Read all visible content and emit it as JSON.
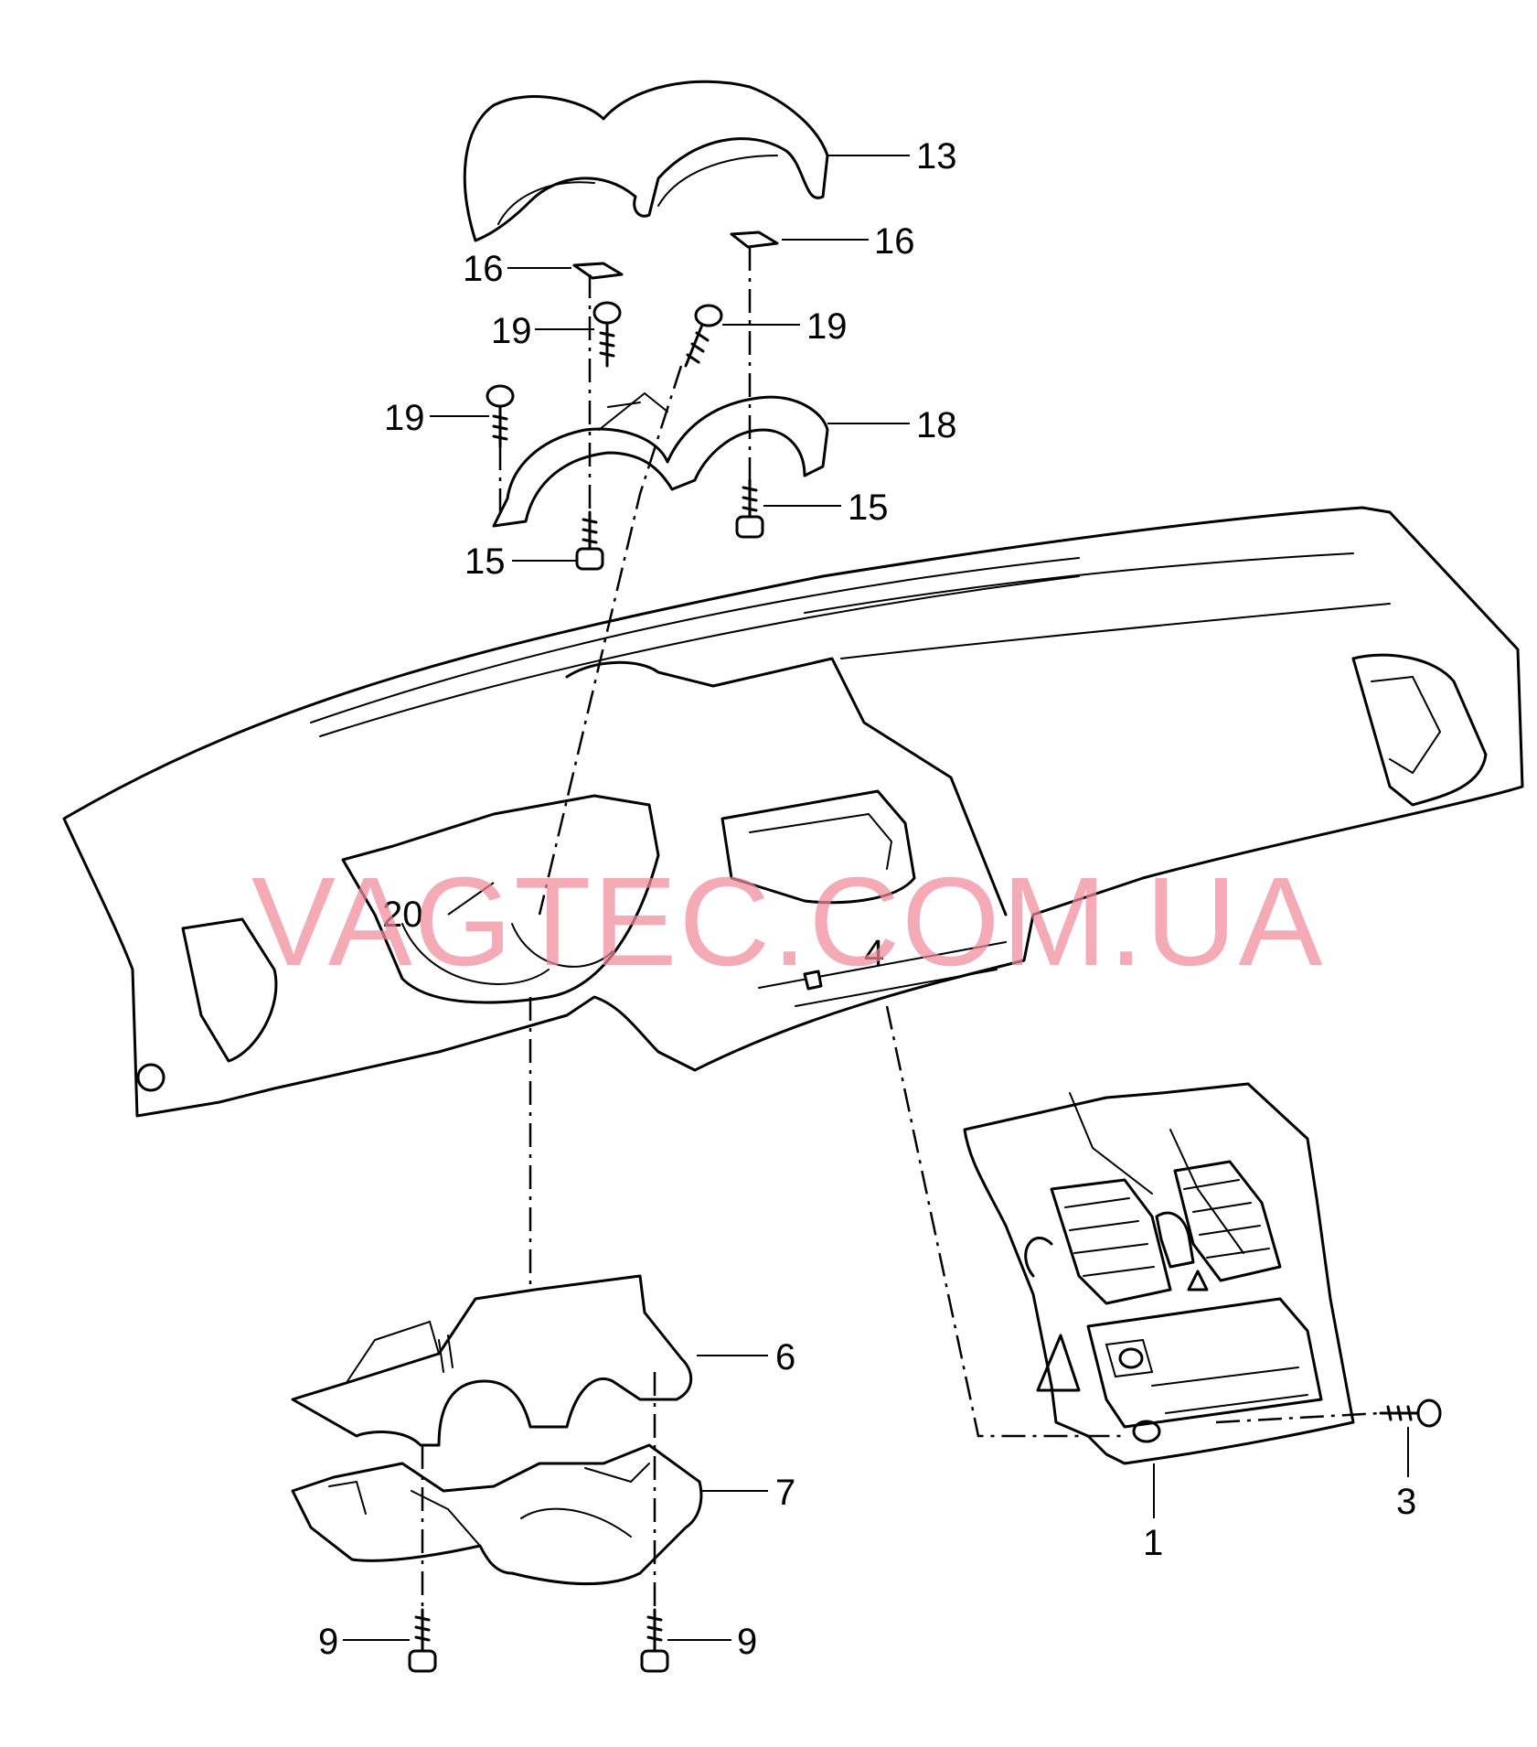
{
  "watermark": "VAGTEC.COM.UA",
  "callouts": {
    "c13": "13",
    "c16a": "16",
    "c16b": "16",
    "c19a": "19",
    "c19b": "19",
    "c19c": "19",
    "c18": "18",
    "c15a": "15",
    "c15b": "15",
    "c20": "20",
    "c4": "4",
    "c6": "6",
    "c7": "7",
    "c1": "1",
    "c3": "3",
    "c9a": "9",
    "c9b": "9"
  },
  "colors": {
    "line": "#000000",
    "watermark": "#f08a9a",
    "background": "#ffffff"
  }
}
